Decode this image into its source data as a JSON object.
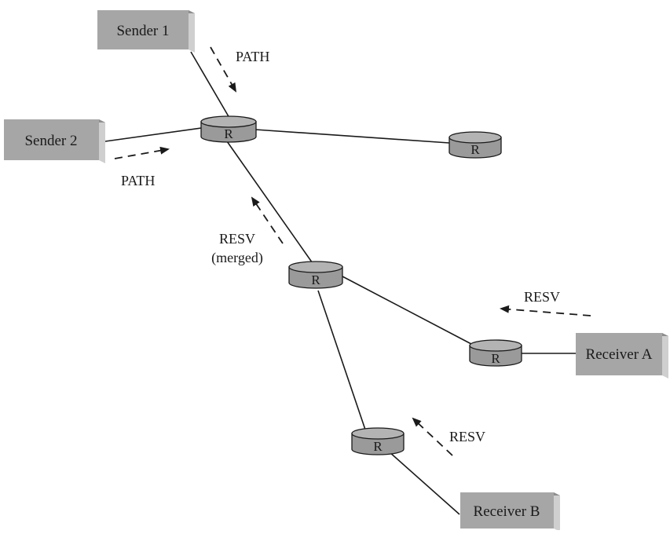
{
  "diagram": {
    "colors": {
      "box_fill": "#a6a6a6",
      "box_side": "#cfcfcf",
      "router_fill": "#9a9a9a",
      "line": "#1a1a1a",
      "background": "#ffffff"
    },
    "nodes": {
      "sender1": "Sender 1",
      "sender2": "Sender 2",
      "receiver_a": "Receiver A",
      "receiver_b": "Receiver B",
      "router_label": "R"
    },
    "messages": {
      "path_sender1": "PATH",
      "path_sender2": "PATH",
      "resv_merged_line1": "RESV",
      "resv_merged_line2": "(merged)",
      "resv_a": "RESV",
      "resv_b": "RESV"
    }
  }
}
